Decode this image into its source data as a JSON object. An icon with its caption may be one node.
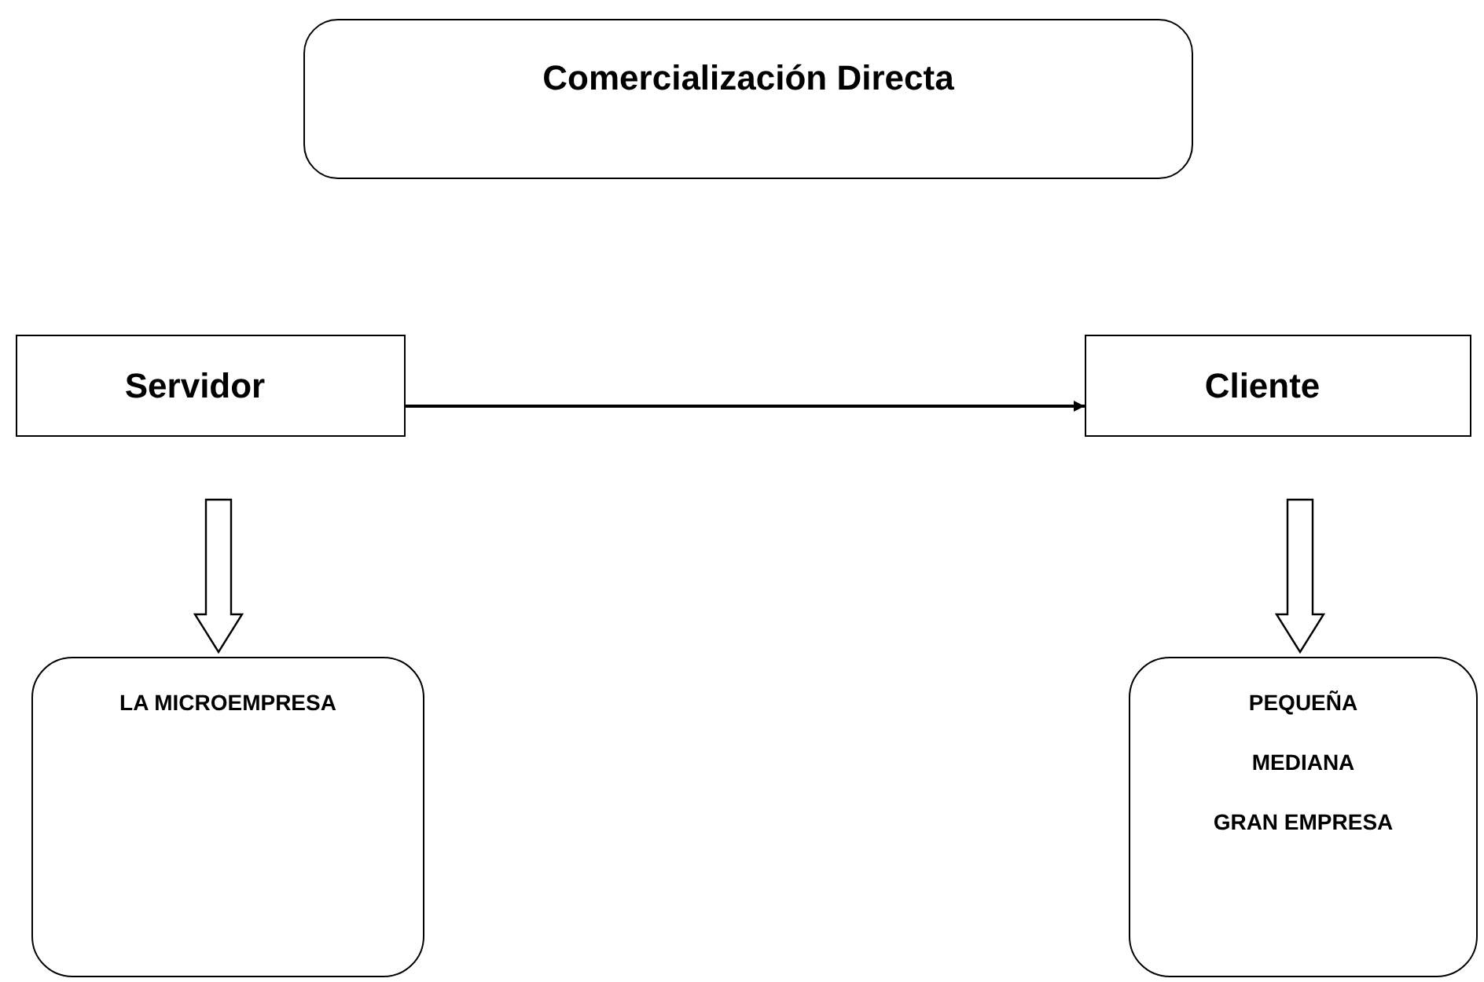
{
  "diagram": {
    "nodes": [
      {
        "text": [
          "Comercialización Directa"
        ]
      },
      {
        "text": [
          "Servidor"
        ]
      },
      {
        "text": [
          "Cliente"
        ]
      },
      {
        "text": [
          "LA MICROEMPRESA"
        ]
      },
      {
        "text": [
          "PEQUEÑA",
          "MEDIANA",
          "GRAN EMPRESA"
        ]
      }
    ],
    "edges": [
      {
        "from": 1,
        "to": 2,
        "arrow": "to"
      },
      {
        "from": 1,
        "to": 3,
        "arrow": "to",
        "style": "thick"
      },
      {
        "from": 2,
        "to": 4,
        "arrow": "to",
        "style": "thick"
      }
    ]
  }
}
